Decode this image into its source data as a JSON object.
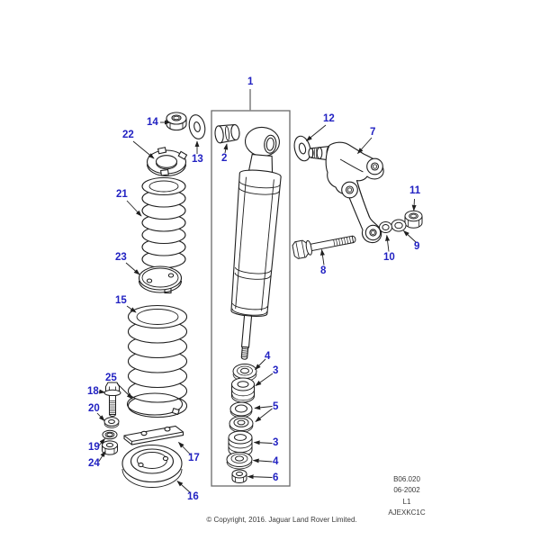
{
  "diagram": {
    "callouts": [
      {
        "label": "1"
      },
      {
        "label": "2"
      },
      {
        "label": "13"
      },
      {
        "label": "14"
      },
      {
        "label": "22"
      },
      {
        "label": "21"
      },
      {
        "label": "23"
      },
      {
        "label": "15"
      },
      {
        "label": "25"
      },
      {
        "label": "18"
      },
      {
        "label": "20"
      },
      {
        "label": "19"
      },
      {
        "label": "24"
      },
      {
        "label": "17"
      },
      {
        "label": "16"
      },
      {
        "label": "12"
      },
      {
        "label": "7"
      },
      {
        "label": "11"
      },
      {
        "label": "9"
      },
      {
        "label": "10"
      },
      {
        "label": "8"
      },
      {
        "label": "4"
      },
      {
        "label": "3"
      },
      {
        "label": "5"
      },
      {
        "label": "3"
      },
      {
        "label": "4"
      },
      {
        "label": "6"
      }
    ],
    "title_block": {
      "drawing_no": "B06.020",
      "date": "06-2002",
      "sheet": "L1",
      "figure_code": "AJEXKC1C"
    },
    "copyright": "© Copyright, 2016. Jaguar Land Rover Limited.",
    "colors": {
      "callout_blue": "#2222c2",
      "line_art": "#1f1f1f",
      "frame_gray": "#666666"
    }
  }
}
